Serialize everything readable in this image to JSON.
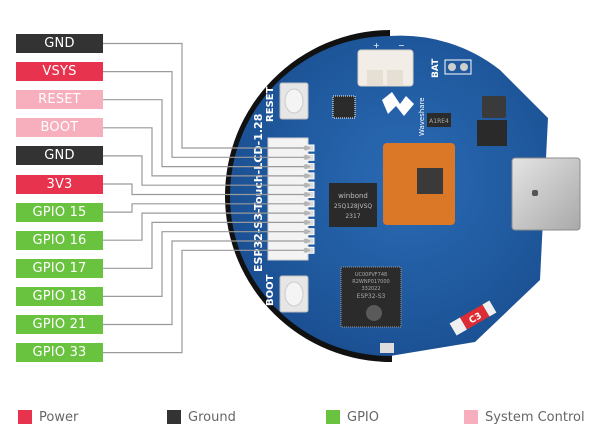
{
  "diagram": {
    "title": "ESP32-S3-Touch-LCD-1.28 pinout",
    "pins": [
      {
        "label": "GND",
        "category": "ground"
      },
      {
        "label": "VSYS",
        "category": "power"
      },
      {
        "label": "RESET",
        "category": "sys"
      },
      {
        "label": "BOOT",
        "category": "sys"
      },
      {
        "label": "GND",
        "category": "ground"
      },
      {
        "label": "3V3",
        "category": "power"
      },
      {
        "label": "GPIO 15",
        "category": "gpio"
      },
      {
        "label": "GPIO 16",
        "category": "gpio"
      },
      {
        "label": "GPIO 17",
        "category": "gpio"
      },
      {
        "label": "GPIO 18",
        "category": "gpio"
      },
      {
        "label": "GPIO 21",
        "category": "gpio"
      },
      {
        "label": "GPIO 33",
        "category": "gpio"
      }
    ],
    "board": {
      "silkscreen_name": "ESP32-S3-Touch-LCD-1.28",
      "reset_label": "RESET",
      "boot_label": "BOOT",
      "bat_label": "BAT",
      "brand": "Waveshare",
      "flash_chip": [
        "winbond",
        "25Q128JVSQ",
        "2317"
      ],
      "mcu_chip": [
        "ESP32-S3",
        "332022",
        "R2WNP017000",
        "UC00PVF748"
      ],
      "ldo_chip": "A1RE4",
      "capacitor_mark": "C3"
    },
    "legend": [
      {
        "label": "Power",
        "category": "power"
      },
      {
        "label": "Ground",
        "category": "ground"
      },
      {
        "label": "GPIO",
        "category": "gpio"
      },
      {
        "label": "System Control",
        "category": "sys"
      }
    ],
    "colors": {
      "power": "#e8334e",
      "ground": "#333333",
      "gpio": "#6ac33f",
      "sys": "#f7aebd",
      "pcb": "#1f5fa8",
      "leader_line": "#9a9a9a"
    }
  }
}
